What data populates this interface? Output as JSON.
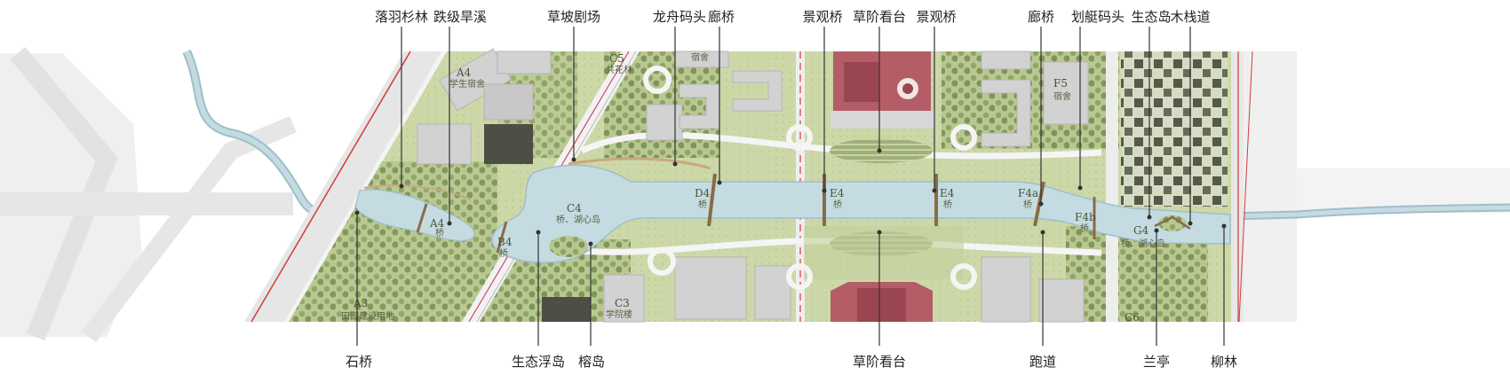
{
  "annotations_top": [
    {
      "id": "luoyu",
      "text": "落羽杉林"
    },
    {
      "id": "dieji",
      "text": "跌级旱溪"
    },
    {
      "id": "caopo",
      "text": "草坡剧场"
    },
    {
      "id": "longzhou",
      "text": "龙舟码头"
    },
    {
      "id": "langqiao1",
      "text": "廊桥"
    },
    {
      "id": "jingguan1",
      "text": "景观桥"
    },
    {
      "id": "caojie_top",
      "text": "草阶看台"
    },
    {
      "id": "jingguan2",
      "text": "景观桥"
    },
    {
      "id": "langqiao2",
      "text": "廊桥"
    },
    {
      "id": "huating",
      "text": "划艇码头"
    },
    {
      "id": "shengtaidao",
      "text": "生态岛"
    },
    {
      "id": "muzhandao",
      "text": "木栈道"
    }
  ],
  "annotations_bottom": [
    {
      "id": "shiqiao",
      "text": "石桥"
    },
    {
      "id": "fudao",
      "text": "生态浮岛"
    },
    {
      "id": "rongdao",
      "text": "榕岛"
    },
    {
      "id": "caojie_bot",
      "text": "草阶看台"
    },
    {
      "id": "paodao",
      "text": "跑道"
    },
    {
      "id": "lanting",
      "text": "兰亭"
    },
    {
      "id": "liulin",
      "text": "柳林"
    }
  ],
  "plan_labels": [
    {
      "id": "A4_top",
      "code": "A4",
      "sub": "学生宿舍"
    },
    {
      "id": "C5",
      "code": "C5",
      "sub": "共花林"
    },
    {
      "id": "susheTop",
      "code": "",
      "sub": "宿舍"
    },
    {
      "id": "F5",
      "code": "F5",
      "sub": "宿舍"
    },
    {
      "id": "A4_bridge",
      "code": "A4",
      "sub": "桥"
    },
    {
      "id": "B4",
      "code": "B4",
      "sub": "桥"
    },
    {
      "id": "C4",
      "code": "C4",
      "sub": "桥、湖心岛"
    },
    {
      "id": "D4",
      "code": "D4",
      "sub": "桥"
    },
    {
      "id": "E4a",
      "code": "E4",
      "sub": "桥"
    },
    {
      "id": "E4b",
      "code": "E4",
      "sub": "桥"
    },
    {
      "id": "F4a",
      "code": "F4a",
      "sub": "桥"
    },
    {
      "id": "F4b",
      "code": "F4b",
      "sub": "桥"
    },
    {
      "id": "G4",
      "code": "G4",
      "sub": "桥、湖心岛"
    },
    {
      "id": "A3",
      "code": "A3",
      "sub": "田园建设用地"
    },
    {
      "id": "C3",
      "code": "C3",
      "sub": "学院楼"
    },
    {
      "id": "C6",
      "code": "C6",
      "sub": ""
    }
  ],
  "colors": {
    "water": "#c5dbe2",
    "water_edge": "#9fbecb",
    "green_light": "#c9d5a6",
    "green_mid": "#aebd84",
    "tree": "#7f955a",
    "road": "#eeeeee",
    "building_roof": "#d2d2d2",
    "building_dark": "#4d4f44",
    "auditorium": "#b55d66",
    "red_line": "#d33a3a",
    "path": "#d7c9a4",
    "background": "#ffffff",
    "outer_gray": "#e3e3e3"
  }
}
